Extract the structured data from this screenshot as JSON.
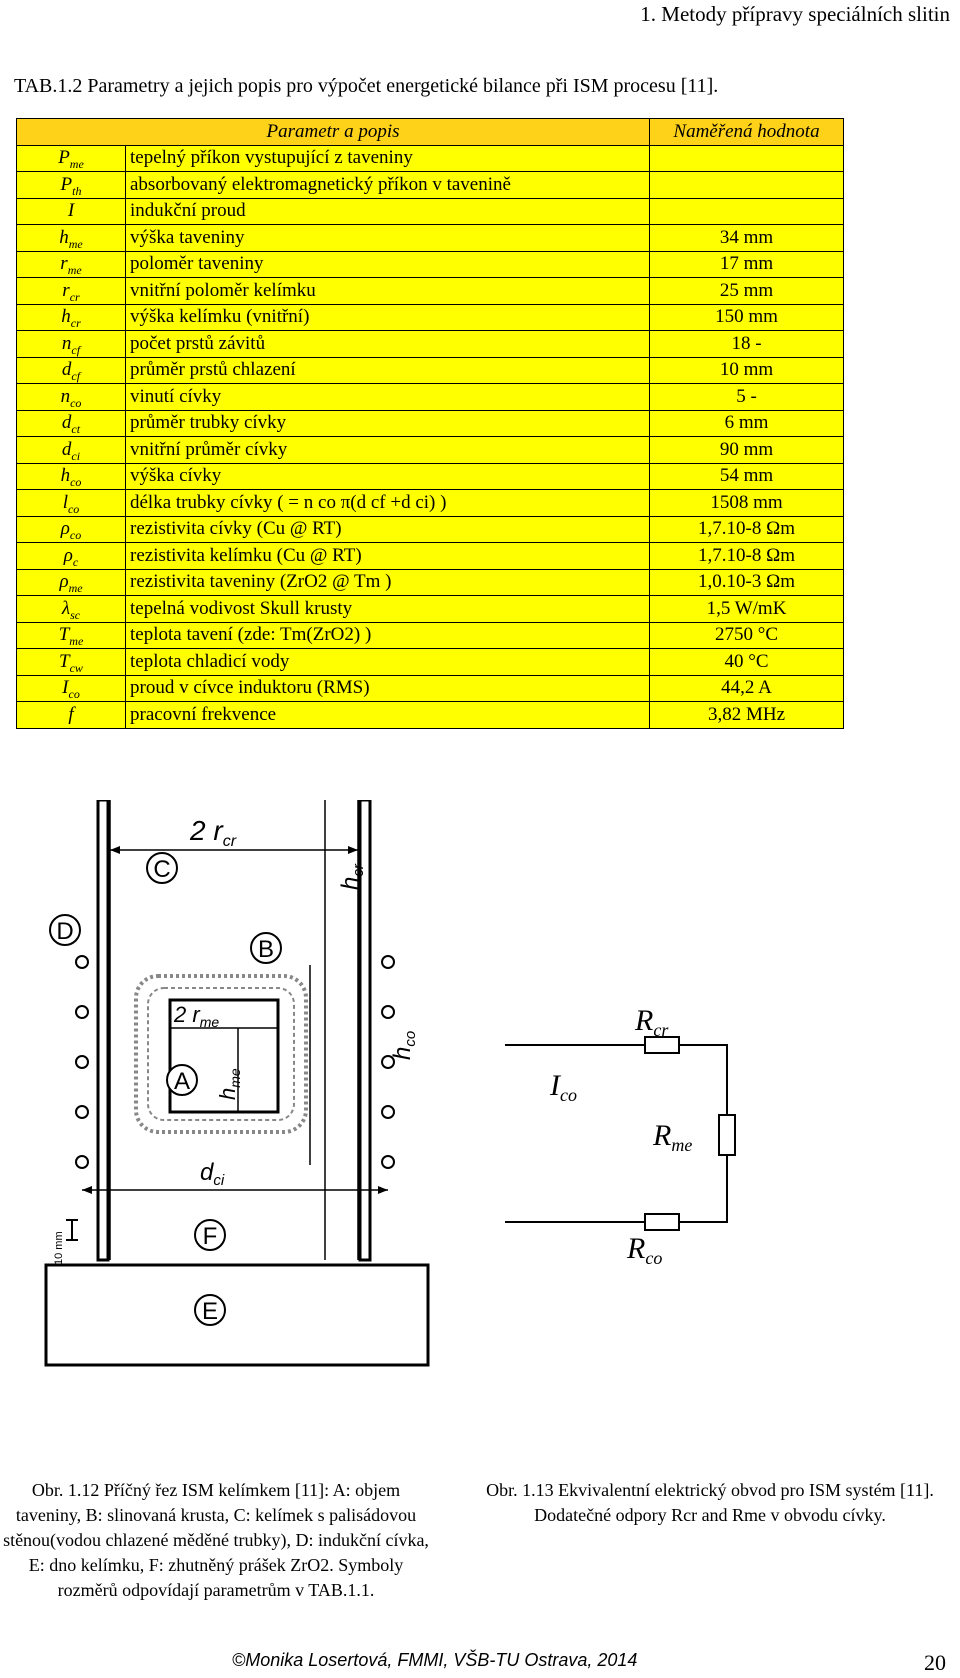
{
  "header": "1. Metody přípravy speciálních slitin",
  "table_title": "TAB.1.2 Parametry a jejich popis pro výpočet energetické bilance při ISM procesu [11].",
  "table": {
    "col_param": "Parametr a popis",
    "col_value": "Naměřená hodnota",
    "rows": [
      {
        "s": "P",
        "sub": "me",
        "d": "tepelný příkon vystupující z taveniny",
        "v": ""
      },
      {
        "s": "P",
        "sub": "th",
        "d": "absorbovaný elektromagnetický příkon v tavenině",
        "v": ""
      },
      {
        "s": "I",
        "sub": "",
        "d": "indukční proud",
        "v": ""
      },
      {
        "s": "h",
        "sub": "me",
        "d": "výška taveniny",
        "v": "34 mm"
      },
      {
        "s": "r",
        "sub": "me",
        "d": "poloměr taveniny",
        "v": "17 mm"
      },
      {
        "s": "r",
        "sub": "cr",
        "d": "vnitřní poloměr kelímku",
        "v": "25 mm"
      },
      {
        "s": "h",
        "sub": "cr",
        "d": "výška kelímku (vnitřní)",
        "v": "150 mm"
      },
      {
        "s": "n",
        "sub": "cf",
        "d": "počet prstů závitů",
        "v": "18  -"
      },
      {
        "s": "d",
        "sub": "cf",
        "d": "průměr prstů chlazení",
        "v": "10 mm"
      },
      {
        "s": "n",
        "sub": "co",
        "d": "vinutí cívky",
        "v": "5 -"
      },
      {
        "s": "d",
        "sub": "ct",
        "d": "průměr trubky cívky",
        "v": "6 mm"
      },
      {
        "s": "d",
        "sub": "ci",
        "d": "vnitřní průměr cívky",
        "v": "90 mm"
      },
      {
        "s": "h",
        "sub": "co",
        "d": "výška cívky",
        "v": "54 mm"
      },
      {
        "s": "l",
        "sub": "co",
        "d": "délka trubky cívky ( = n co π(d cf +d ci) )",
        "v": "1508 mm"
      },
      {
        "s": "ρ",
        "sub": "co",
        "d": "rezistivita cívky (Cu @ RT)",
        "v": "1,7.10-8 Ωm"
      },
      {
        "s": "ρ",
        "sub": "c",
        "d": "rezistivita kelímku (Cu @ RT)",
        "v": "1,7.10-8 Ωm"
      },
      {
        "s": "ρ",
        "sub": "me",
        "d": "rezistivita taveniny (ZrO2 @ Tm )",
        "v": "1,0.10-3 Ωm"
      },
      {
        "s": "λ",
        "sub": "sc",
        "d": "tepelná vodivost Skull krusty",
        "v": "1,5 W/mK"
      },
      {
        "s": "T",
        "sub": "me",
        "d": "teplota tavení (zde: Tm(ZrO2) )",
        "v": "2750 °C"
      },
      {
        "s": "T",
        "sub": "cw",
        "d": "teplota chladicí vody",
        "v": "40 °C"
      },
      {
        "s": "I",
        "sub": "co",
        "d": "proud v cívce induktoru (RMS)",
        "v": "44,2 A"
      },
      {
        "s": "f",
        "sub": "",
        "d": "pracovní frekvence",
        "v": "3,82 MHz"
      }
    ]
  },
  "fig1": {
    "labels": {
      "rcr": "2 rcr",
      "hcr": "hcr",
      "rme": "2 rme",
      "hme": "hme",
      "hco": "hco",
      "dci": "dci",
      "scale": "10 mm"
    },
    "markers": [
      "A",
      "B",
      "C",
      "D",
      "E",
      "F"
    ]
  },
  "fig2": {
    "rcr": "Rcr",
    "rme": "Rme",
    "rco": "Rco",
    "ico": "Ico"
  },
  "caption1": "Obr. 1.12 Příčný řez ISM kelímkem [11]: A: objem taveniny, B: slinovaná krusta, C: kelímek s palisádovou stěnou(vodou chlazené měděné trubky), D: indukční cívka, E: dno kelímku, F: zhutněný prášek ZrO2. Symboly rozměrů odpovídají parametrům v TAB.1.1.",
  "caption2": "Obr. 1.13 Ekvivalentní elektrický obvod pro ISM systém [11]. Dodatečné odpory Rcr and Rme v obvodu cívky.",
  "footer": "©Monika Losertová, FMMI, VŠB-TU Ostrava, 2014",
  "page_number": "20"
}
